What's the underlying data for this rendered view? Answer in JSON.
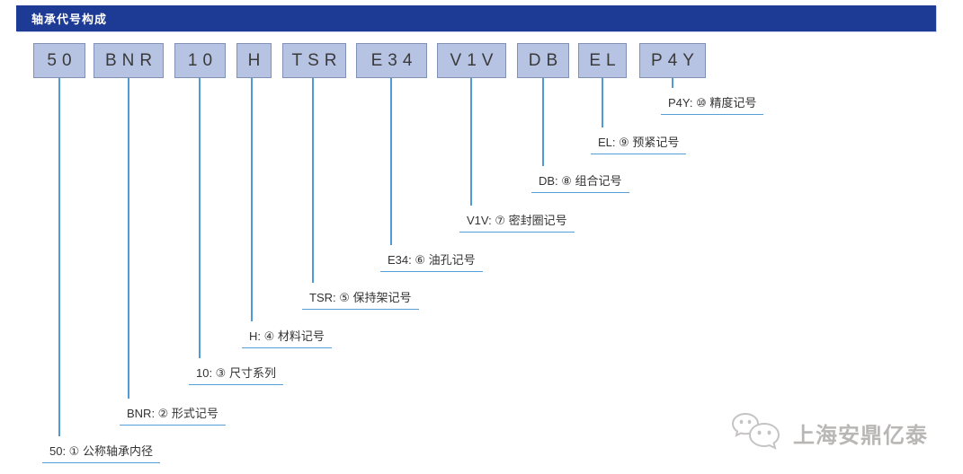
{
  "header": {
    "title": "轴承代号构成"
  },
  "segments": [
    {
      "code": "50",
      "label": "50: ① 公称轴承内径"
    },
    {
      "code": "BNR",
      "label": "BNR: ② 形式记号"
    },
    {
      "code": "10",
      "label": "10: ③ 尺寸系列"
    },
    {
      "code": "H",
      "label": "H: ④ 材料记号"
    },
    {
      "code": "TSR",
      "label": "TSR: ⑤ 保持架记号"
    },
    {
      "code": "E34",
      "label": "E34: ⑥ 油孔记号"
    },
    {
      "code": "V1V",
      "label": "V1V: ⑦ 密封圈记号"
    },
    {
      "code": "DB",
      "label": "DB: ⑧ 组合记号"
    },
    {
      "code": "EL",
      "label": "EL: ⑨ 预紧记号"
    },
    {
      "code": "P4Y",
      "label": "P4Y: ⑩ 精度记号"
    }
  ],
  "watermark": {
    "icon": "wechat-logo-icon",
    "text": "上海安鼎亿泰"
  },
  "colors": {
    "header_bg": "#1d3a94",
    "box_fill": "#b6c3e3",
    "box_border": "#8191b5",
    "connector_line": "#4f9bd8",
    "label_text": "#333333",
    "underline": "#55a0d8"
  }
}
